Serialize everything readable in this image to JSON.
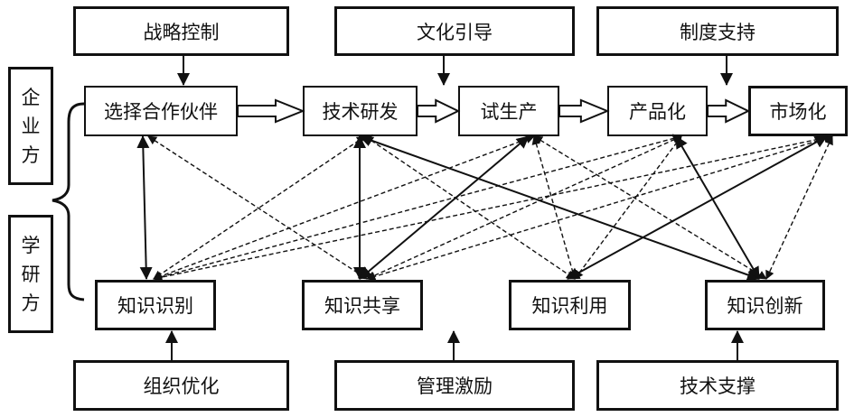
{
  "diagram": {
    "sides": {
      "enterprise": "企业方",
      "academia": "学研方"
    },
    "top_controls": [
      {
        "id": "strategy",
        "label": "战略控制"
      },
      {
        "id": "culture",
        "label": "文化引导"
      },
      {
        "id": "institution",
        "label": "制度支持"
      }
    ],
    "process_stages": [
      {
        "id": "partner",
        "label": "选择合作伙伴"
      },
      {
        "id": "rd",
        "label": "技术研发"
      },
      {
        "id": "trial",
        "label": "试生产"
      },
      {
        "id": "productize",
        "label": "产品化"
      },
      {
        "id": "market",
        "label": "市场化"
      }
    ],
    "knowledge_stages": [
      {
        "id": "k_identify",
        "label": "知识识别"
      },
      {
        "id": "k_share",
        "label": "知识共享"
      },
      {
        "id": "k_use",
        "label": "知识利用"
      },
      {
        "id": "k_create",
        "label": "知识创新"
      }
    ],
    "bottom_supports": [
      {
        "id": "org",
        "label": "组织优化"
      },
      {
        "id": "mgmt",
        "label": "管理激励"
      },
      {
        "id": "tech",
        "label": "技术支撑"
      }
    ],
    "edges": {
      "process_flow": [
        [
          "partner",
          "rd"
        ],
        [
          "rd",
          "trial"
        ],
        [
          "trial",
          "productize"
        ],
        [
          "productize",
          "market"
        ]
      ],
      "control_arrows": [
        [
          "strategy",
          "partner"
        ],
        [
          "culture",
          "rd-trial-gap"
        ],
        [
          "institution",
          "productize-market-gap"
        ]
      ],
      "support_arrows": [
        [
          "org",
          "k_identify"
        ],
        [
          "mgmt",
          "k_share-k_use-gap"
        ],
        [
          "tech",
          "k_create"
        ]
      ],
      "solid_bidirectional": [
        [
          "partner",
          "k_identify"
        ],
        [
          "rd",
          "k_share"
        ],
        [
          "trial",
          "k_share"
        ],
        [
          "rd",
          "k_create"
        ],
        [
          "market",
          "k_use"
        ],
        [
          "productize",
          "k_create"
        ]
      ],
      "dashed_bidirectional": [
        [
          "partner",
          "k_share"
        ],
        [
          "rd",
          "k_identify"
        ],
        [
          "rd",
          "k_use"
        ],
        [
          "trial",
          "k_identify"
        ],
        [
          "trial",
          "k_use"
        ],
        [
          "trial",
          "k_create"
        ],
        [
          "productize",
          "k_identify"
        ],
        [
          "productize",
          "k_share"
        ],
        [
          "productize",
          "k_use"
        ],
        [
          "market",
          "k_identify"
        ],
        [
          "market",
          "k_share"
        ],
        [
          "market",
          "k_create"
        ]
      ]
    }
  }
}
